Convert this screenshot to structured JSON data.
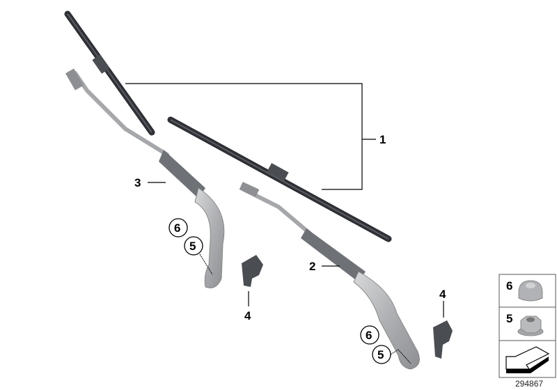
{
  "diagram_id": "294867",
  "callouts": {
    "wiper_blade_set": "1",
    "wiper_arm_right": "2",
    "wiper_arm_left": "3",
    "cover_cap_left": "4",
    "cover_cap_right": "4",
    "nut_left": "5",
    "nut_right": "5",
    "cap_nut_left": "6",
    "cap_nut_right": "6"
  },
  "legend": {
    "items": [
      {
        "number": "6",
        "icon": "cap-nut-icon"
      },
      {
        "number": "5",
        "icon": "hex-flange-nut-icon"
      },
      {
        "icon": "arrow-icon"
      }
    ]
  },
  "colors": {
    "blade": "#3a3d42",
    "arm_silver": "#b5b7ba",
    "arm_dark": "#6e7176",
    "cap": "#4a4d52"
  }
}
